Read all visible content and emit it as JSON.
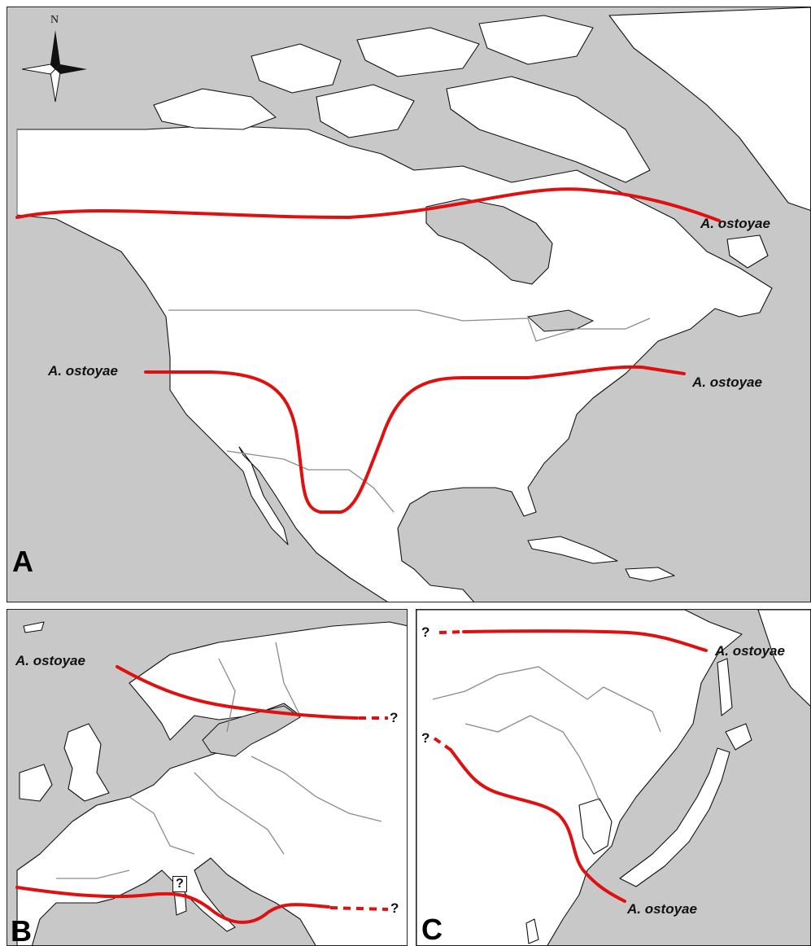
{
  "panels": {
    "a": {
      "letter": "A",
      "labels": {
        "north": "A. ostoyae",
        "west": "A. ostoyae",
        "east": "A. ostoyae"
      }
    },
    "b": {
      "letter": "B",
      "labels": {
        "north": "A. ostoyae",
        "q_north": "?",
        "q_box": "?",
        "q_south": "?"
      }
    },
    "c": {
      "letter": "C",
      "labels": {
        "north": "A. ostoyae",
        "south": "A. ostoyae",
        "q_north": "?",
        "q_south": "?"
      }
    }
  },
  "compass": {
    "north_label": "N",
    "icon": "compass-rose-icon"
  },
  "colors": {
    "land": "#ffffff",
    "water": "#c8c8c8",
    "range_line": "#e01010",
    "borders": "#8a8a8a"
  }
}
